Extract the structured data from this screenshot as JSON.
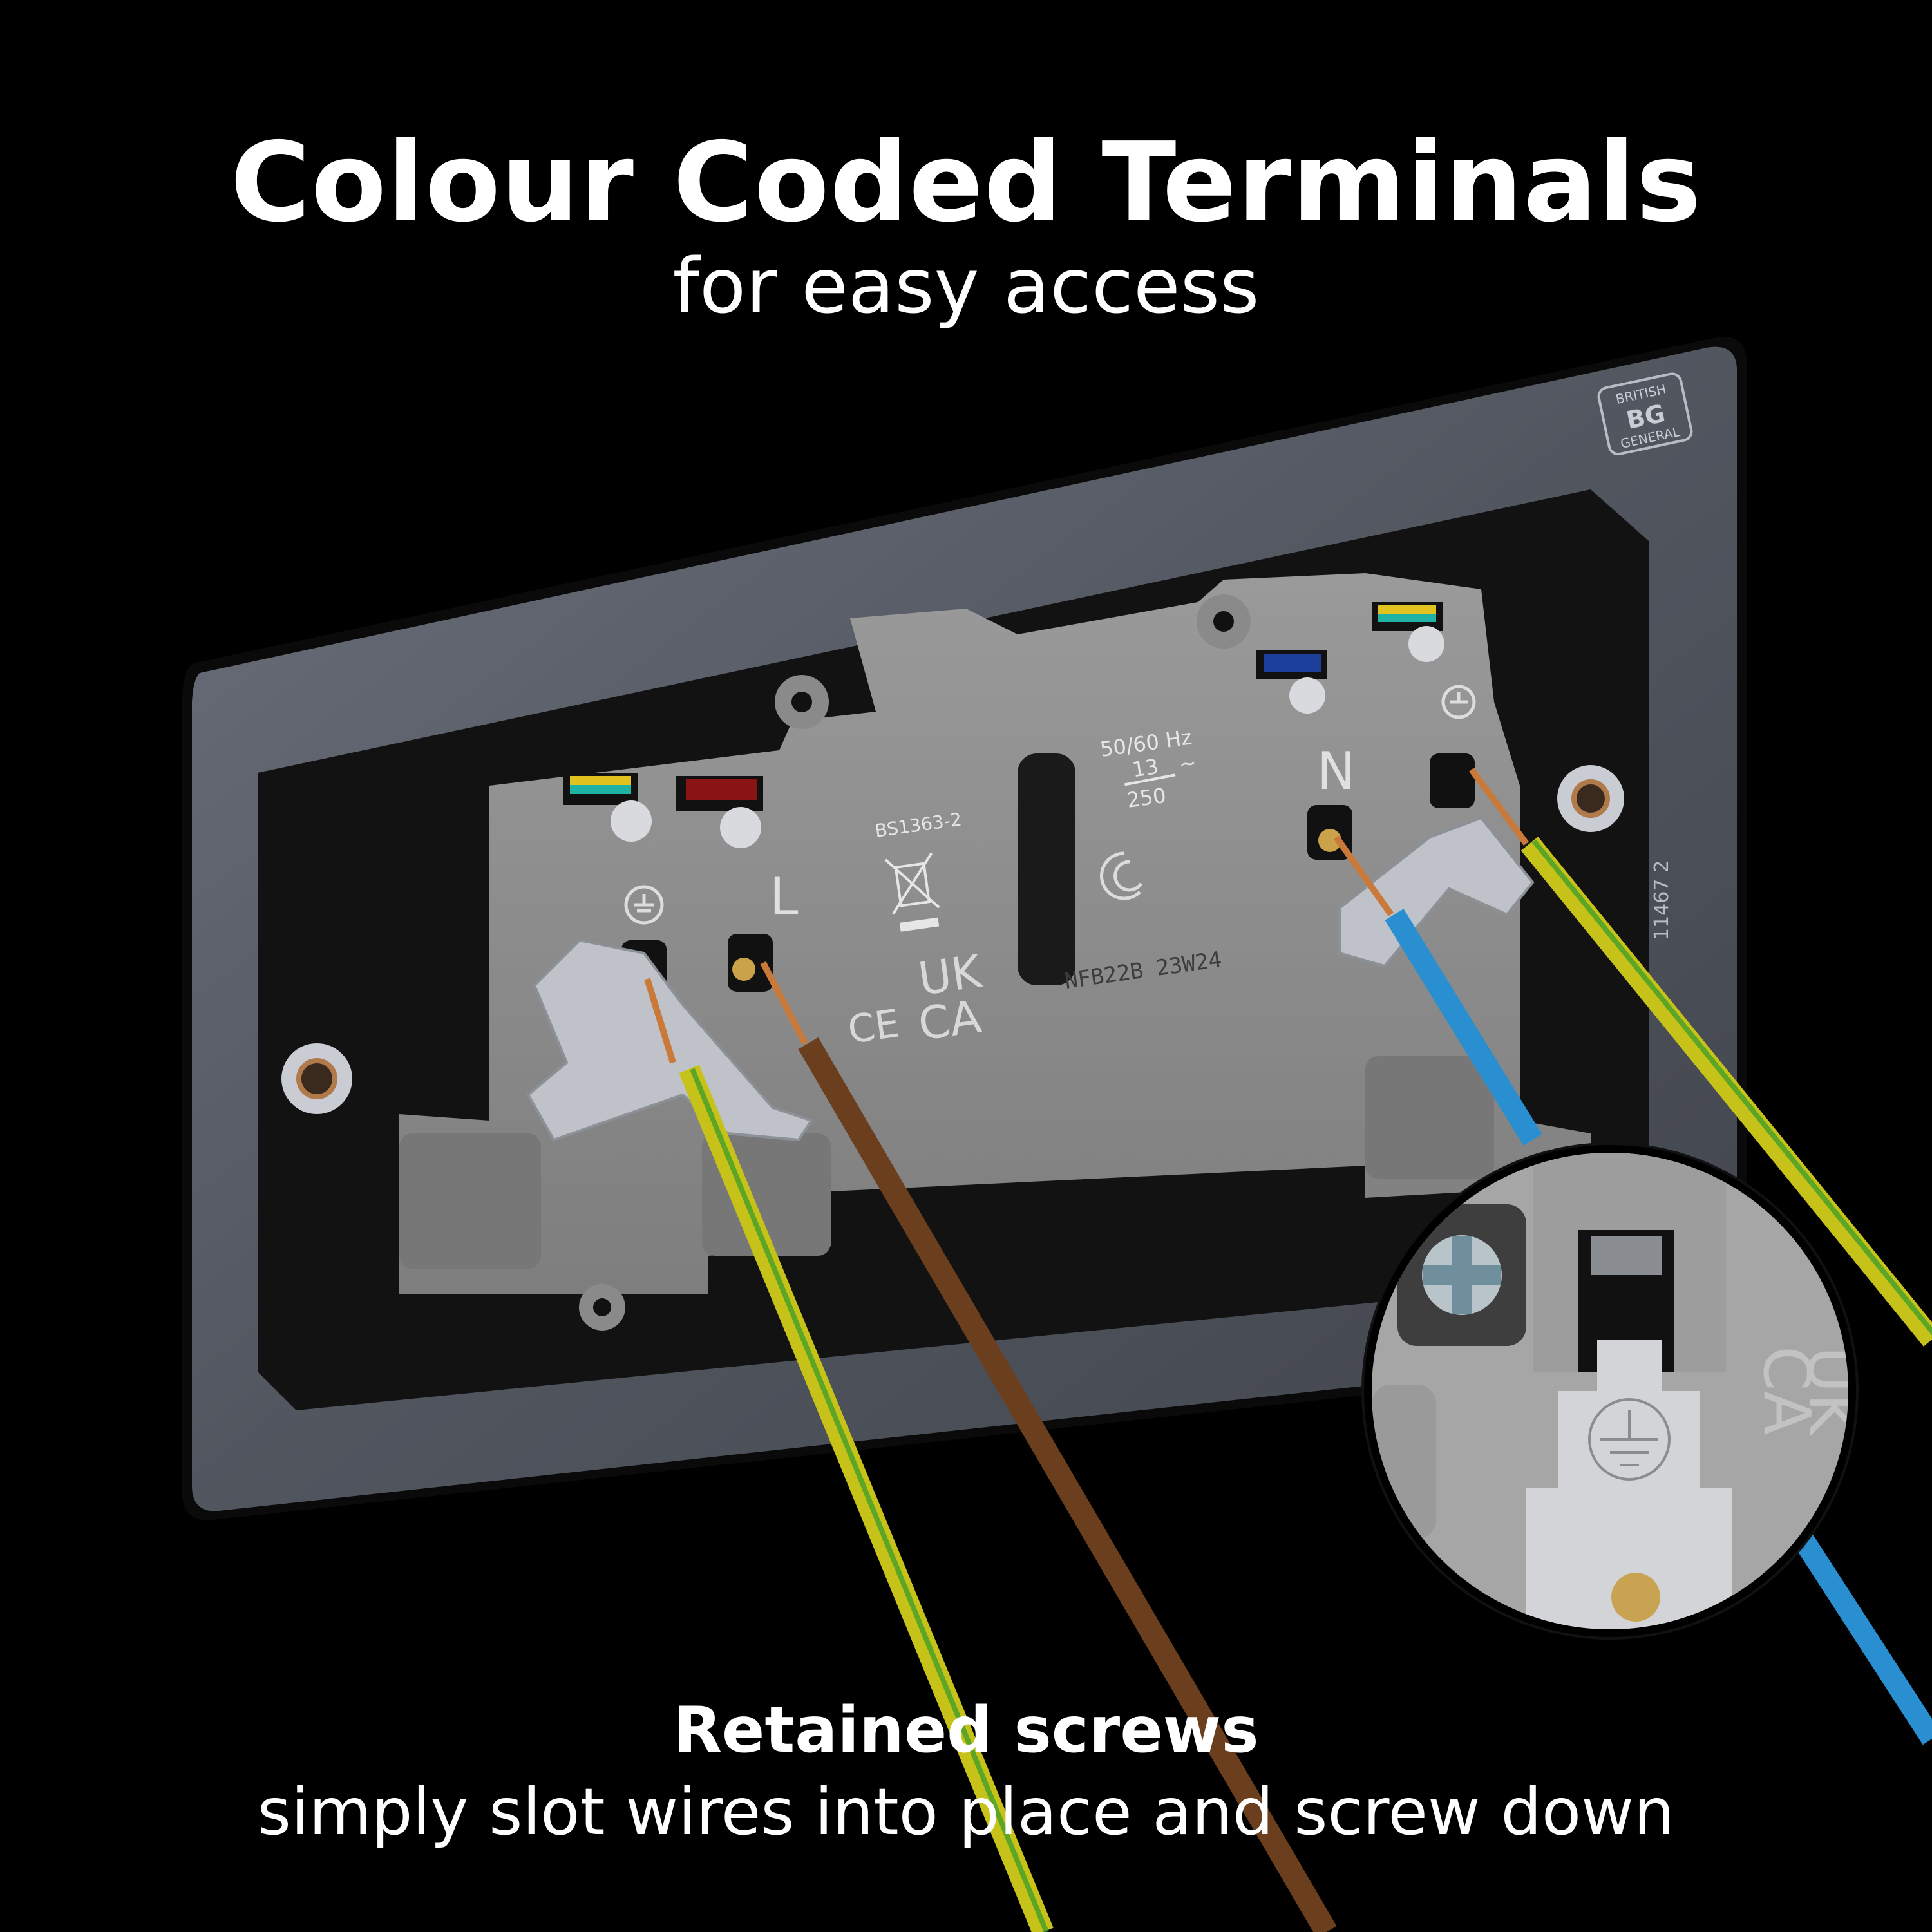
{
  "header": {
    "title": "Colour Coded Terminals",
    "subtitle": "for easy access"
  },
  "footer": {
    "title": "Retained screws",
    "body": "simply slot wires into place and screw down"
  },
  "product": {
    "brand_logo": {
      "top": "BRITISH",
      "mark": "BG",
      "bottom": "GENERAL"
    },
    "standard": "BS1363-2",
    "rating": {
      "frequency": "50/60 Hz",
      "current": "13",
      "voltage": "250",
      "ac_symbol": "~"
    },
    "batch_code": "NFB22B 23W24",
    "plate_code": "11467 2",
    "marks": [
      "CE",
      "UK",
      "CA"
    ],
    "icons": [
      "weee-crossed-bin-icon",
      "class-symbol-icon",
      "earth-symbol-icon"
    ],
    "terminals": [
      {
        "label": "earth",
        "symbol": "⏚",
        "cap_colors": [
          "#e2c21e",
          "#1fb3a6"
        ]
      },
      {
        "label": "L",
        "symbol": "L",
        "cap_colors": [
          "#8a1414"
        ]
      },
      {
        "label": "N",
        "symbol": "N",
        "cap_colors": [
          "#1d3f9c"
        ]
      },
      {
        "label": "earth",
        "symbol": "⏚",
        "cap_colors": [
          "#e2c21e",
          "#1fb3a6"
        ]
      }
    ],
    "wires": [
      {
        "name": "earth-left",
        "color": "#c7c21a",
        "stripe": "#2f9a2a"
      },
      {
        "name": "live",
        "color": "#6b3f1e"
      },
      {
        "name": "neutral",
        "color": "#2a8fd0"
      },
      {
        "name": "earth-right",
        "color": "#c7c21a",
        "stripe": "#2f9a2a"
      }
    ]
  },
  "inset": {
    "description": "close-up of earth terminal with retained screw",
    "marks": [
      "UK",
      "CA"
    ]
  },
  "colors": {
    "background": "#000000",
    "plate": "#6f7480",
    "module": "#8e8e8e",
    "text": "#ffffff"
  }
}
